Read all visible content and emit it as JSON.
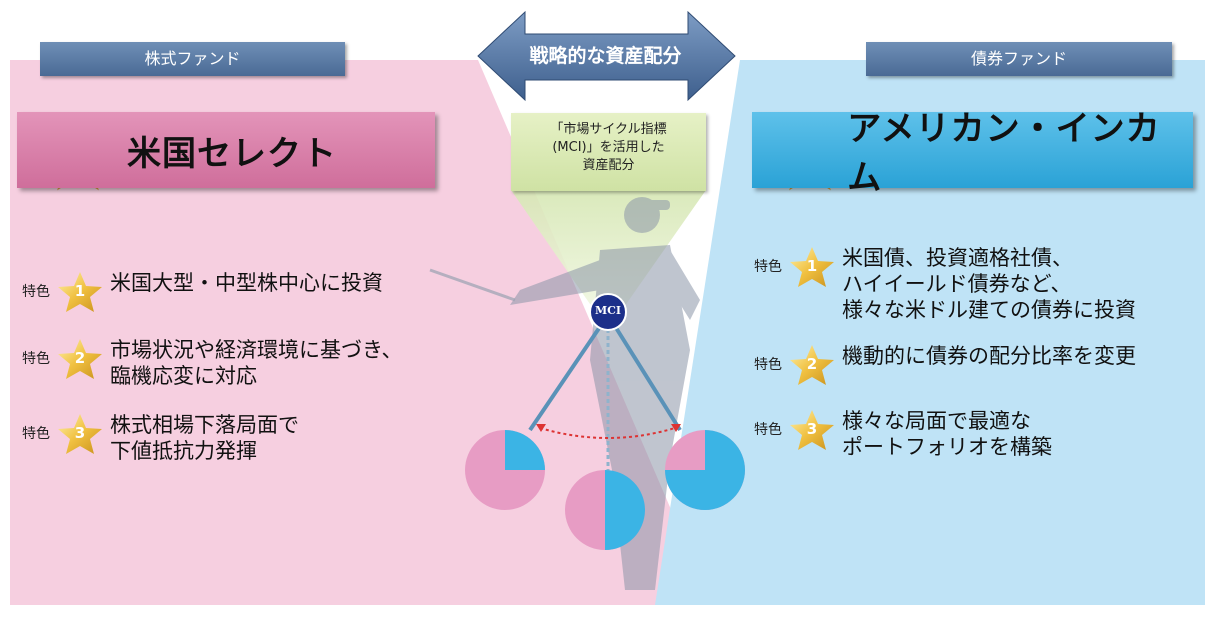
{
  "left_tab": "株式ファンド",
  "right_tab": "債券ファンド",
  "strategy_label": "戦略的な資産配分",
  "mci_plate": {
    "line1": "「市場サイクル指標",
    "line2": "(MCI)」を活用した",
    "line3": "資産配分"
  },
  "left_fund": {
    "name": "米国セレクト",
    "features": [
      {
        "label": "特色",
        "num": "1",
        "lines": [
          "米国大型・中型株中心に投資"
        ]
      },
      {
        "label": "特色",
        "num": "2",
        "lines": [
          "市場状況や経済環境に基づき、",
          "臨機応変に対応"
        ]
      },
      {
        "label": "特色",
        "num": "3",
        "lines": [
          "株式相場下落局面で",
          "下値抵抗力発揮"
        ]
      }
    ]
  },
  "right_fund": {
    "name": "アメリカン・インカム",
    "features": [
      {
        "label": "特色",
        "num": "1",
        "lines": [
          "米国債、投資適格社債、",
          "ハイイールド債券など、",
          "様々な米ドル建ての債券に投資"
        ]
      },
      {
        "label": "特色",
        "num": "2",
        "lines": [
          "機動的に債券の配分比率を変更"
        ]
      },
      {
        "label": "特色",
        "num": "3",
        "lines": [
          "様々な局面で最適な",
          "ポートフォリオを構築"
        ]
      }
    ]
  },
  "mci_badge": "MCI",
  "allocations": [
    {
      "bond_fraction": 0.25,
      "equity_fraction": 0.75
    },
    {
      "bond_fraction": 0.5,
      "equity_fraction": 0.5
    },
    {
      "bond_fraction": 0.75,
      "equity_fraction": 0.25
    }
  ],
  "colors": {
    "equity_bg": "#f6cfe0",
    "bond_bg": "#bfe3f6",
    "equity_box": "#d77aa4",
    "bond_box": "#35aee0",
    "pie_pink": "#e79cc4",
    "pie_blue": "#3bb4e5",
    "tab": "#5a7aa5",
    "star_gold": "#f0c040"
  }
}
